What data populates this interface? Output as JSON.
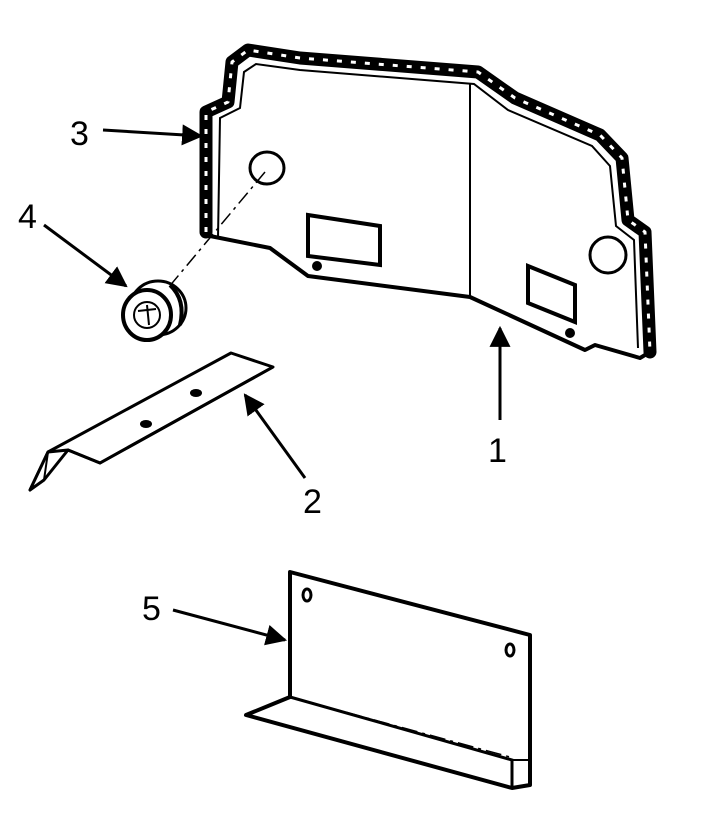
{
  "callouts": {
    "c1": "1",
    "c2": "2",
    "c3": "3",
    "c4": "4",
    "c5": "5"
  },
  "colors": {
    "ink": "#000000",
    "paper": "#ffffff"
  }
}
